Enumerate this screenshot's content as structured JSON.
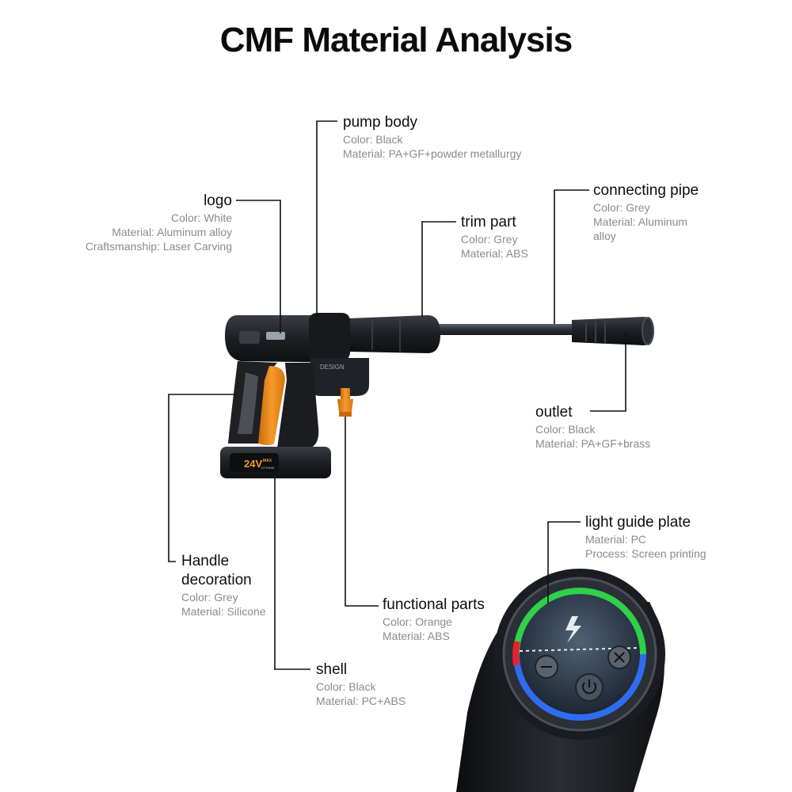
{
  "title": "CMF Material Analysis",
  "labels": {
    "pump_body": {
      "name": "pump body",
      "lines": [
        "Color: Black",
        "Material: PA+GF+powder metallurgy"
      ]
    },
    "logo": {
      "name": "logo",
      "lines": [
        "Color: White",
        "Material: Aluminum alloy",
        "Craftsmanship: Laser Carving"
      ]
    },
    "connecting_pipe": {
      "name": "connecting pipe",
      "lines": [
        "Color: Grey",
        "Material: Aluminum",
        "alloy"
      ]
    },
    "trim_part": {
      "name": "trim part",
      "lines": [
        "Color: Grey",
        "Material: ABS"
      ]
    },
    "outlet": {
      "name": "outlet",
      "lines": [
        "Color: Black",
        "Material: PA+GF+brass"
      ]
    },
    "light_guide_plate": {
      "name": "light guide plate",
      "lines": [
        "Material: PC",
        "Process: Screen printing"
      ]
    },
    "handle_decoration": {
      "name_lines": [
        "Handle",
        "decoration"
      ],
      "lines": [
        "Color: Grey",
        "Material: Silicone"
      ]
    },
    "functional_parts": {
      "name": "functional parts",
      "lines": [
        "Color: Orange",
        "Material: ABS"
      ]
    },
    "shell": {
      "name": "shell",
      "lines": [
        "Color: Black",
        "Material: PC+ABS"
      ]
    }
  },
  "product": {
    "battery_voltage": "24V",
    "battery_badge": "MAX",
    "battery_sub": "LITHIUM",
    "body_mark": "DESIGN"
  },
  "colors": {
    "orange": "#f08a1c",
    "body": "#1c1e22",
    "leader": "#111111",
    "ring_green": "#2fd04a",
    "ring_blue": "#2f6cf0",
    "ring_red": "#e8202a"
  }
}
